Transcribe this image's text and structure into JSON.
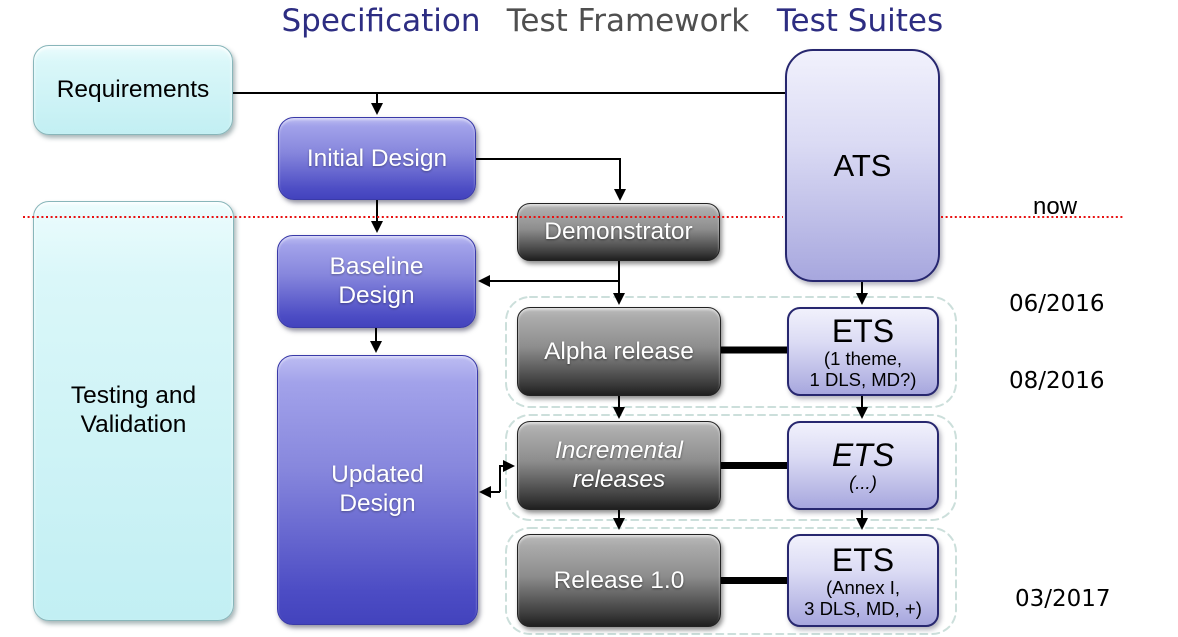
{
  "header": {
    "specification": "Specification",
    "test_framework": "Test Framework",
    "test_suites": "Test Suites"
  },
  "boxes": {
    "requirements": "Requirements",
    "testing_validation": "Testing and\nValidation",
    "initial_design": "Initial Design",
    "baseline_design": "Baseline\nDesign",
    "updated_design": "Updated\nDesign",
    "demonstrator": "Demonstrator",
    "alpha_release": "Alpha release",
    "incremental_releases": "Incremental\nreleases",
    "release_1_0": "Release 1.0",
    "ats": "ATS",
    "ets_alpha": {
      "title": "ETS",
      "sub": "(1 theme,\n1 DLS, MD?)"
    },
    "ets_incremental": {
      "title": "ETS",
      "sub": "(...)"
    },
    "ets_release": {
      "title": "ETS",
      "sub": "(Annex I,\n3 DLS, MD, +)"
    }
  },
  "timeline": {
    "now": "now",
    "date_row1": "06/2016",
    "date_row2": "08/2016",
    "date_row3": "03/2017"
  },
  "colors": {
    "header_blue": "#2d2d82",
    "header_gray": "#4f4f4f",
    "now_line_red": "#e81111",
    "spec_box_purple_top": "#bcbcf2",
    "spec_box_purple_bottom": "#4343bd",
    "framework_box_gray_top": "#b3b3b3",
    "framework_box_gray_bottom": "#1d1d1d",
    "cyan_box": "#d9f6f8",
    "suite_box_lavender_top": "#f1f1fc",
    "suite_box_lavender_bottom": "#a7a7de",
    "group_dash": "#c9dfe2",
    "connector_black": "#000000"
  }
}
